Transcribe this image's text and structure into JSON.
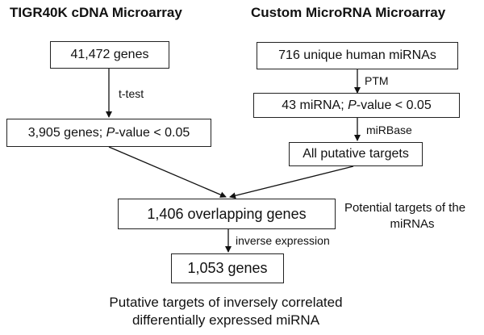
{
  "headings": {
    "left": "TIGR40K cDNA Microarray",
    "right": "Custom MicroRNA Microarray"
  },
  "boxes": {
    "genes_total": "41,472 genes",
    "genes_sig_prefix": "3,905 genes; ",
    "p": "P",
    "genes_sig_suffix": "-value < 0.05",
    "mirna_total": "716 unique human miRNAs",
    "mirna_sig_prefix": "43 miRNA; ",
    "mirna_sig_suffix": "-value < 0.05",
    "putative_targets": "All putative targets",
    "overlapping": "1,406 overlapping genes",
    "final_genes": "1,053 genes"
  },
  "edge_labels": {
    "t_test": "t-test",
    "ptm": "PTM",
    "mirbase": "miRBase",
    "inverse_expression": "inverse expression"
  },
  "notes": {
    "potential_line1": "Potential targets of the",
    "potential_line2": "miRNAs"
  },
  "caption": {
    "line1": "Putative targets of inversely correlated",
    "line2": "differentially expressed miRNA"
  }
}
